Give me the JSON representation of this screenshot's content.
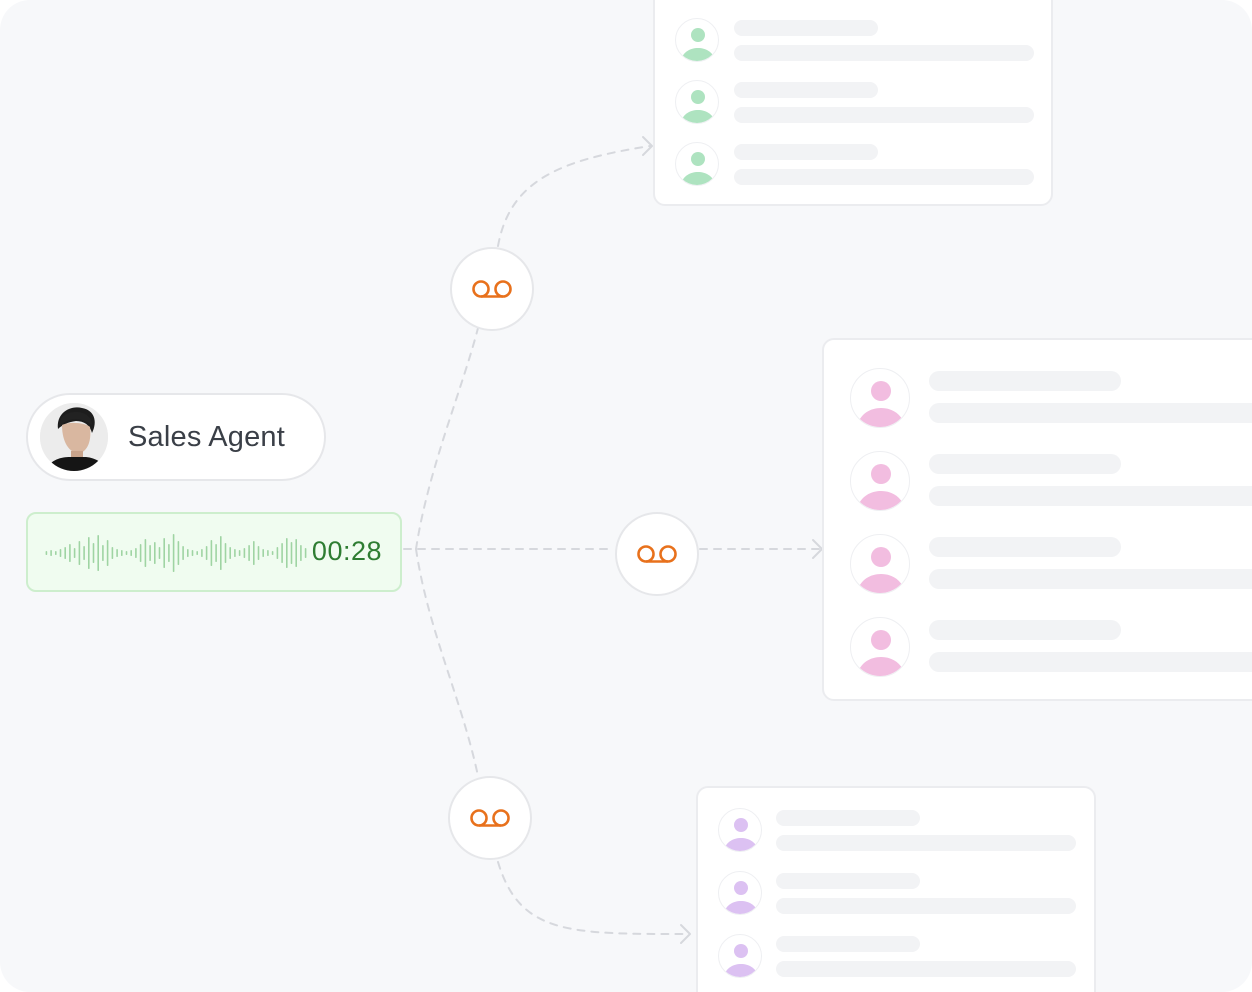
{
  "agent": {
    "name": "Sales Agent",
    "avatar_icon": "user-portrait"
  },
  "recording": {
    "duration": "00:28",
    "icon": "audio-waveform"
  },
  "voicemail_icon": "voicemail-icon",
  "colors": {
    "accent_orange": "#e8711c",
    "wave_green": "#9fd4a3",
    "time_green": "#2e7d32",
    "group_green": "#aee3c0",
    "group_pink": "#f2bde0",
    "group_purple": "#dcc1f2",
    "placeholder": "#f2f3f5"
  },
  "contact_groups": [
    {
      "name": "group-top",
      "color": "green",
      "count": 3
    },
    {
      "name": "group-middle",
      "color": "pink",
      "count": 4
    },
    {
      "name": "group-bottom",
      "color": "purple",
      "count": 3
    }
  ]
}
